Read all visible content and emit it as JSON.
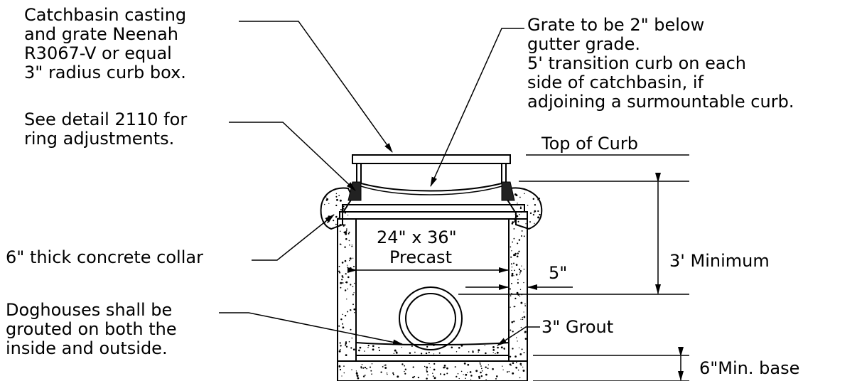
{
  "notes": {
    "catchbasin_casting": [
      "Catchbasin casting",
      "and grate Neenah",
      "R3067-V or equal",
      "3\" radius curb box."
    ],
    "grate_below": [
      "Grate to be 2\" below",
      "gutter grade.",
      "5' transition curb on each",
      "side of catchbasin, if",
      "adjoining a surmountable curb."
    ],
    "ring_adjustments": [
      "See detail 2110 for",
      "ring adjustments."
    ],
    "concrete_collar": "6\" thick concrete collar",
    "doghouses": [
      "Doghouses shall be",
      "grouted on both the",
      "inside and outside."
    ]
  },
  "labels": {
    "top_of_curb": "Top of Curb",
    "size_line1": "24\" x 36\"",
    "size_line2": "Precast",
    "wall_thickness": "5\"",
    "minimum_depth": "3' Minimum",
    "grout": "3\" Grout",
    "base": "6\"Min. base"
  }
}
